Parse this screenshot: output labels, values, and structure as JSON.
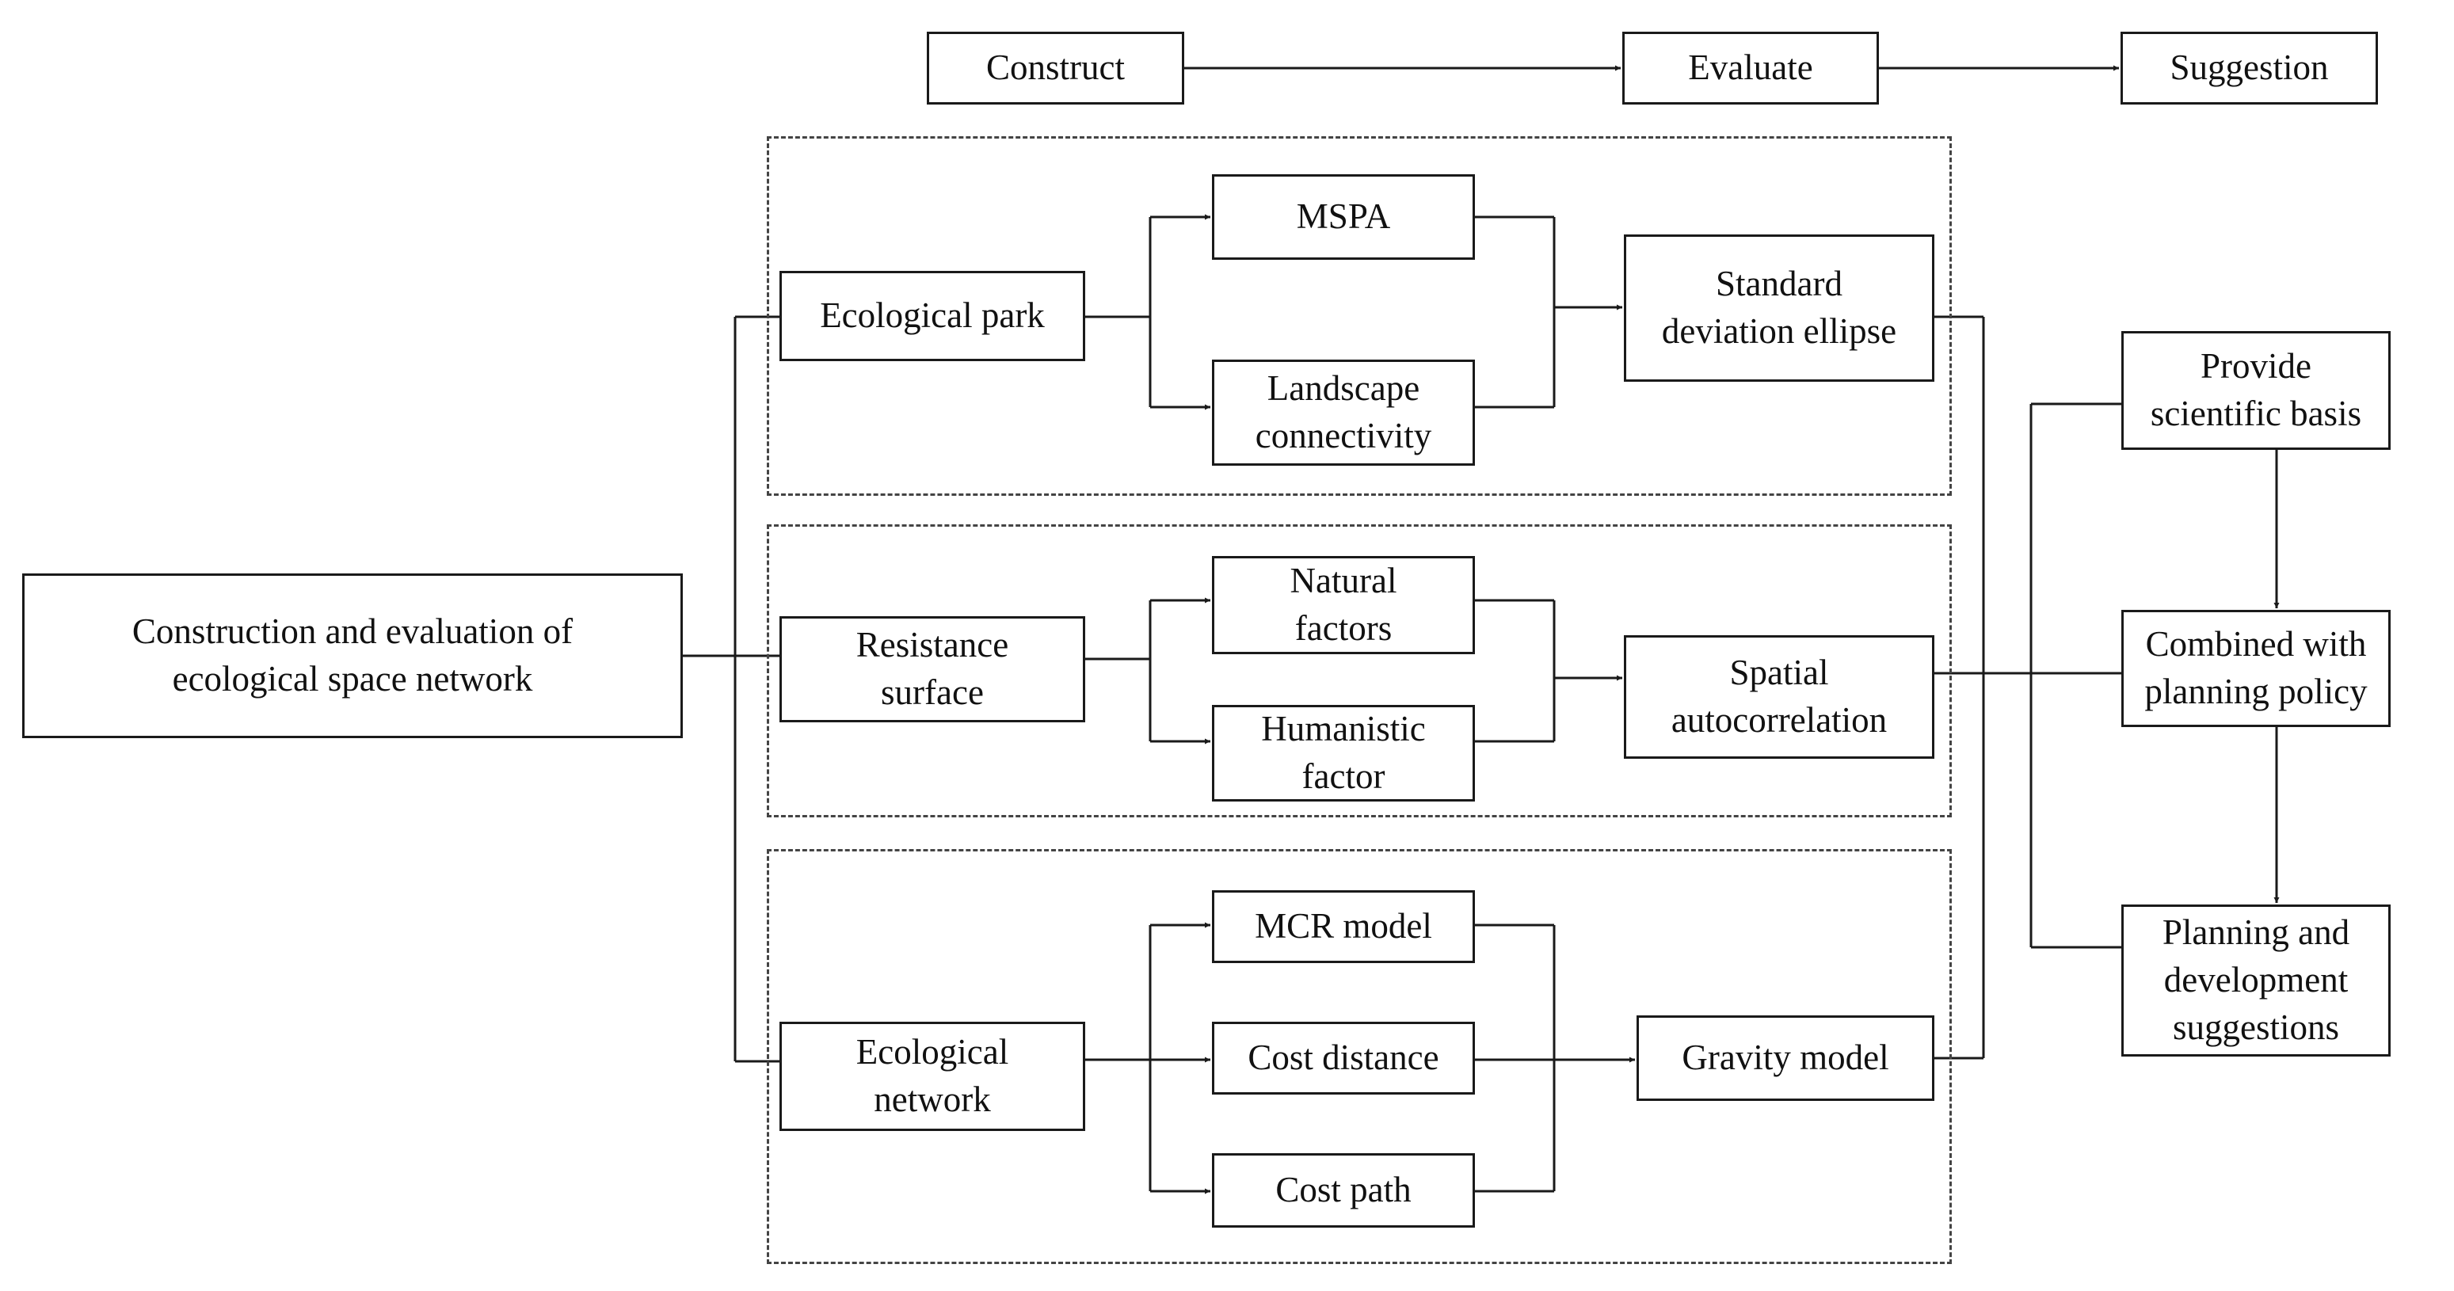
{
  "stages": {
    "construct": "Construct",
    "evaluate": "Evaluate",
    "suggestion": "Suggestion"
  },
  "root": "Construction and evaluation  of\necological space network",
  "groups": {
    "park": {
      "main": "Ecological park",
      "method_a": "MSPA",
      "method_b": "Landscape\nconnectivity",
      "evaluation": "Standard\ndeviation ellipse"
    },
    "resistance": {
      "main": "Resistance\nsurface",
      "method_a": "Natural\nfactors",
      "method_b": "Humanistic\nfactor",
      "evaluation": "Spatial\nautocorrelation"
    },
    "network": {
      "main": "Ecological\nnetwork",
      "method_a": "MCR model",
      "method_b": "Cost distance",
      "method_c": "Cost path",
      "evaluation": "Gravity  model"
    }
  },
  "suggestions": {
    "basis": "Provide\nscientific  basis",
    "policy": "Combined with\nplanning  policy",
    "planning": "Planning  and\ndevelopment\nsuggestions"
  },
  "colors": {
    "line": "#1a1a1a",
    "dashed_border": "#444444",
    "background": "#ffffff"
  }
}
